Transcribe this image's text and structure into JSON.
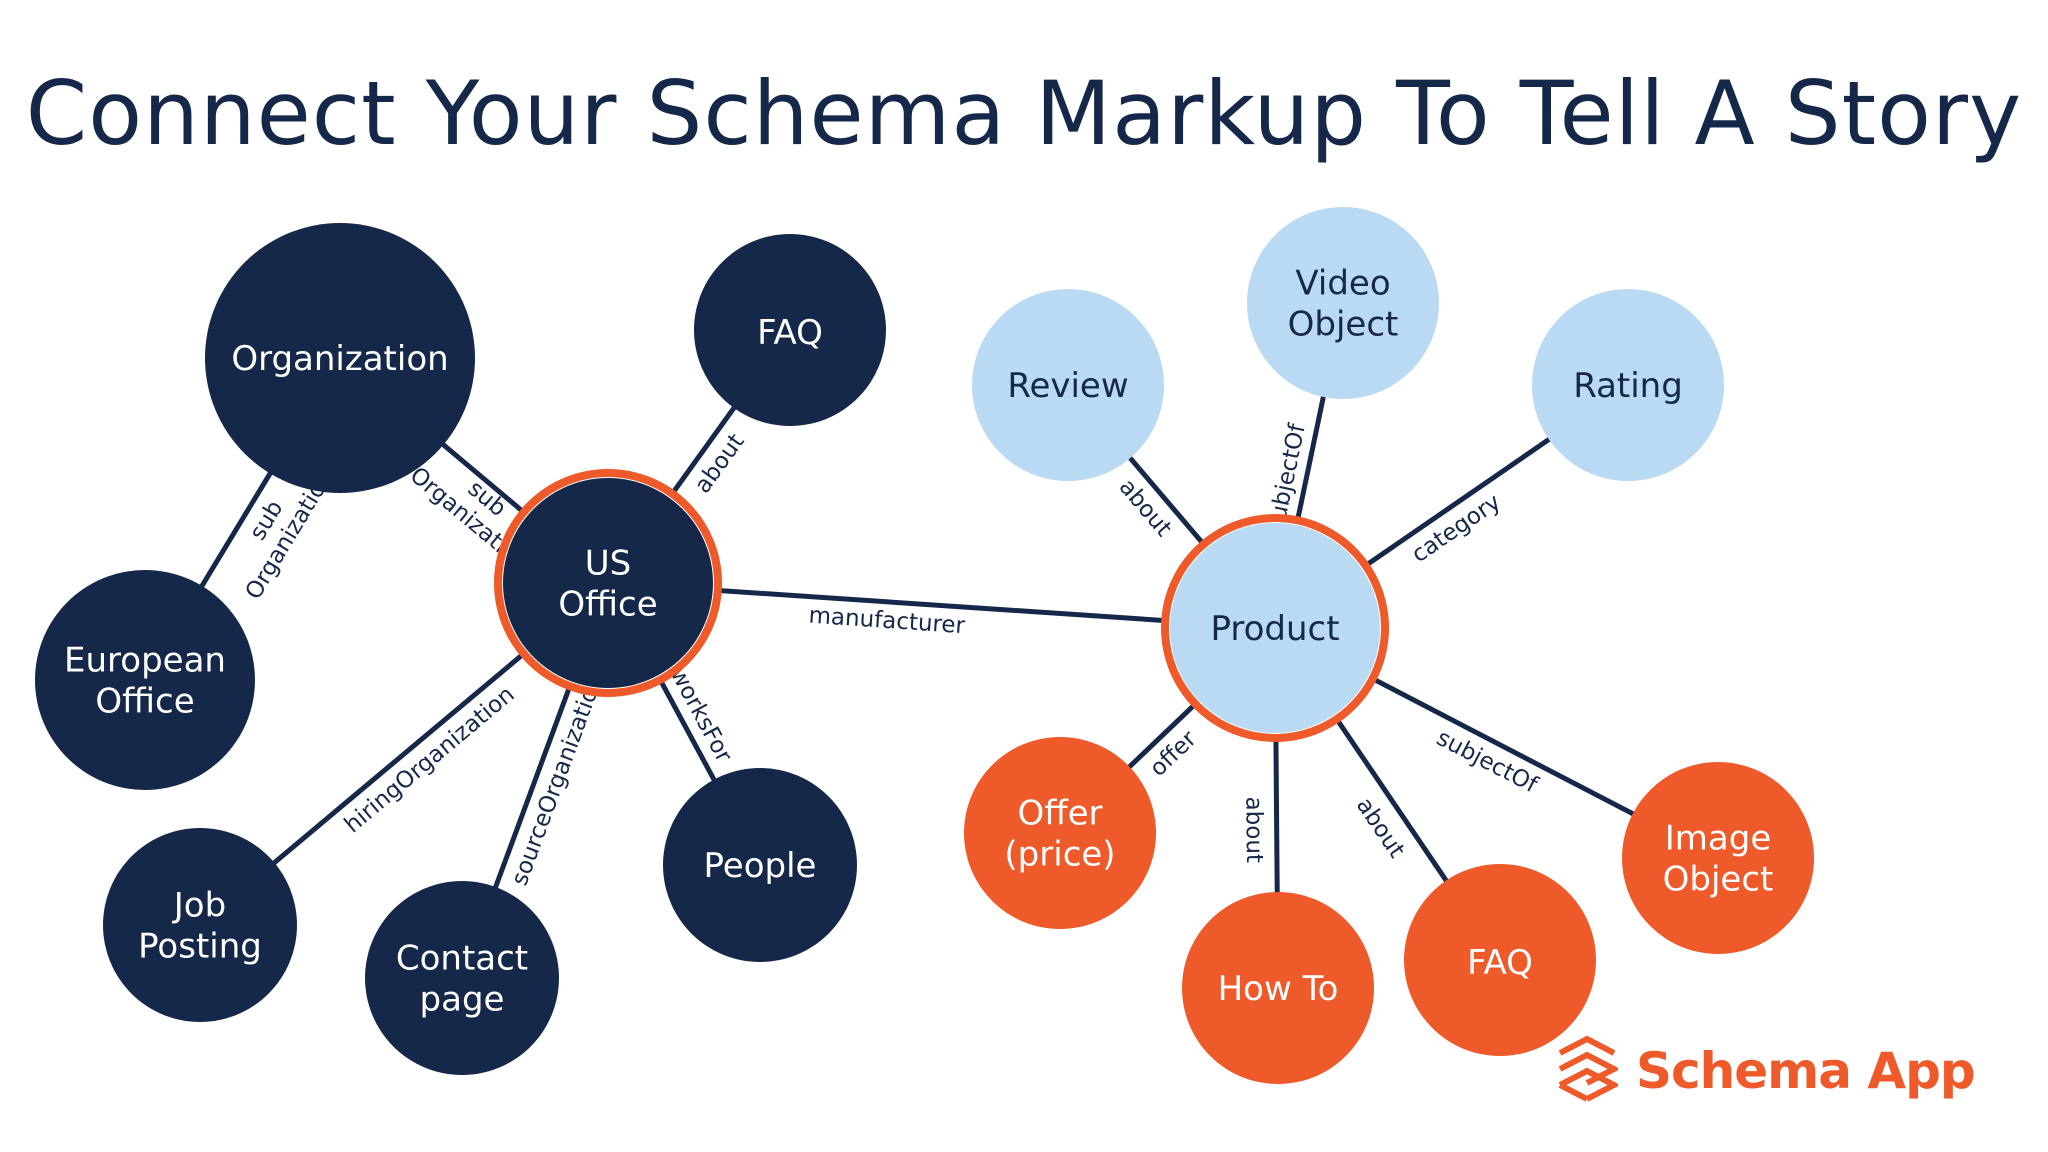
{
  "title": "Connect Your Schema Markup To Tell A Story",
  "colors": {
    "dark_navy": "#16284a",
    "light_blue": "#bad9f3",
    "orange": "#ee5a2a",
    "white": "#ffffff",
    "edge": "#16284a"
  },
  "nodes": [
    {
      "id": "organization",
      "lines": [
        "Organization"
      ],
      "style": "dark"
    },
    {
      "id": "us-office",
      "lines": [
        "US",
        "Office"
      ],
      "style": "dark",
      "ring": true
    },
    {
      "id": "faq-dark",
      "lines": [
        "FAQ"
      ],
      "style": "dark"
    },
    {
      "id": "european-office",
      "lines": [
        "European",
        "Office"
      ],
      "style": "dark"
    },
    {
      "id": "job-posting",
      "lines": [
        "Job",
        "Posting"
      ],
      "style": "dark"
    },
    {
      "id": "contact-page",
      "lines": [
        "Contact",
        "page"
      ],
      "style": "dark"
    },
    {
      "id": "people",
      "lines": [
        "People"
      ],
      "style": "dark"
    },
    {
      "id": "product",
      "lines": [
        "Product"
      ],
      "style": "light",
      "ring": true
    },
    {
      "id": "review",
      "lines": [
        "Review"
      ],
      "style": "light"
    },
    {
      "id": "video-object",
      "lines": [
        "Video",
        "Object"
      ],
      "style": "light"
    },
    {
      "id": "rating",
      "lines": [
        "Rating"
      ],
      "style": "light"
    },
    {
      "id": "offer",
      "lines": [
        "Offer",
        "(price)"
      ],
      "style": "orange"
    },
    {
      "id": "how-to",
      "lines": [
        "How To"
      ],
      "style": "orange"
    },
    {
      "id": "faq-orange",
      "lines": [
        "FAQ"
      ],
      "style": "orange"
    },
    {
      "id": "image-object",
      "lines": [
        "Image",
        "Object"
      ],
      "style": "orange"
    }
  ],
  "edges": [
    {
      "id": "org-european",
      "from": "organization",
      "to": "european-office",
      "label": [
        "sub",
        "Organization"
      ]
    },
    {
      "id": "org-usoffice",
      "from": "organization",
      "to": "us-office",
      "label": [
        "sub",
        "Organization"
      ]
    },
    {
      "id": "usoffice-faq",
      "from": "us-office",
      "to": "faq-dark",
      "label": [
        "about"
      ]
    },
    {
      "id": "usoffice-job",
      "from": "us-office",
      "to": "job-posting",
      "label": [
        "hiringOrganization"
      ]
    },
    {
      "id": "usoffice-contact",
      "from": "us-office",
      "to": "contact-page",
      "label": [
        "sourceOrganization"
      ]
    },
    {
      "id": "usoffice-people",
      "from": "us-office",
      "to": "people",
      "label": [
        "worksFor"
      ]
    },
    {
      "id": "usoffice-product",
      "from": "us-office",
      "to": "product",
      "label": [
        "manufacturer"
      ]
    },
    {
      "id": "product-review",
      "from": "product",
      "to": "review",
      "label": [
        "about"
      ]
    },
    {
      "id": "product-video",
      "from": "product",
      "to": "video-object",
      "label": [
        "subjectOf"
      ]
    },
    {
      "id": "product-rating",
      "from": "product",
      "to": "rating",
      "label": [
        "category"
      ]
    },
    {
      "id": "product-offer",
      "from": "product",
      "to": "offer",
      "label": [
        "offer"
      ]
    },
    {
      "id": "product-howto",
      "from": "product",
      "to": "how-to",
      "label": [
        "about"
      ]
    },
    {
      "id": "product-faq",
      "from": "product",
      "to": "faq-orange",
      "label": [
        "about"
      ]
    },
    {
      "id": "product-image",
      "from": "product",
      "to": "image-object",
      "label": [
        "subjectOf"
      ]
    }
  ],
  "logo": {
    "text": "Schema App",
    "icon": "schema-app-chevrons-icon"
  }
}
